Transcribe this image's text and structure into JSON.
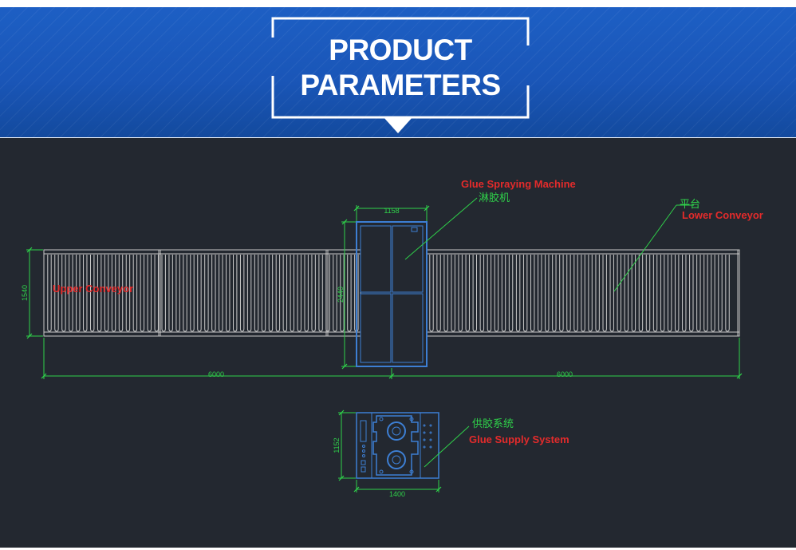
{
  "banner": {
    "title_line1": "PRODUCT",
    "title_line2": "PARAMETERS"
  },
  "colors": {
    "banner_blue": "#1a56b8",
    "drawing_bg": "#232830",
    "roller_line": "#c9c9c9",
    "dimension_green": "#2fd24a",
    "machine_blue": "#3d7fd4",
    "label_red": "#e32b2b"
  },
  "drawing": {
    "glue_spraying_label": "Glue Spraying Machine",
    "glue_spraying_label_cn": "淋胶机",
    "lower_conveyor_label_cn": "平台",
    "lower_conveyor_label": "Lower Conveyor",
    "upper_conveyor_label": "Upper Conveyor",
    "glue_supply_label_cn": "供胶系统",
    "glue_supply_label": "Glue Supply System",
    "dim_machine_width": "1158",
    "dim_machine_height": "2440",
    "dim_conveyor_height": "1540",
    "dim_left_length": "6000",
    "dim_right_length": "6000",
    "dim_supply_height": "1152",
    "dim_supply_width": "1400"
  }
}
